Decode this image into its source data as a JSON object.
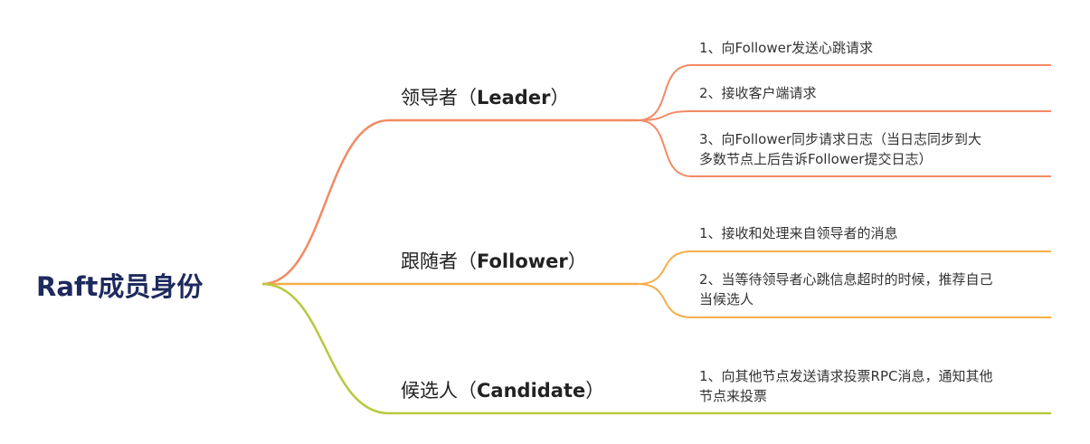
{
  "root": {
    "label": "Raft成员身份"
  },
  "branches": [
    {
      "label_cn": "领导者",
      "label_open": "（",
      "label_en": "Leader",
      "label_close": "）",
      "color": "#f28a64",
      "leaves": [
        {
          "line1": "1、向Follower发送心跳请求",
          "line2": ""
        },
        {
          "line1": "2、接收客户端请求",
          "line2": ""
        },
        {
          "line1": "3、向Follower同步请求日志（当日志同步到大",
          "line2": "多数节点上后告诉Follower提交日志）"
        }
      ]
    },
    {
      "label_cn": "跟随者",
      "label_open": "（",
      "label_en": "Follower",
      "label_close": "）",
      "color": "#f6ad4a",
      "leaves": [
        {
          "line1": "1、接收和处理来自领导者的消息",
          "line2": ""
        },
        {
          "line1": "2、当等待领导者心跳信息超时的时候，推荐自己",
          "line2": "当候选人"
        }
      ]
    },
    {
      "label_cn": "候选人",
      "label_open": "（",
      "label_en": "Candidate",
      "label_close": "）",
      "color": "#b8c83e",
      "leaves": [
        {
          "line1": "1、向其他节点发送请求投票RPC消息，通知其他",
          "line2": "节点来投票"
        }
      ]
    }
  ]
}
